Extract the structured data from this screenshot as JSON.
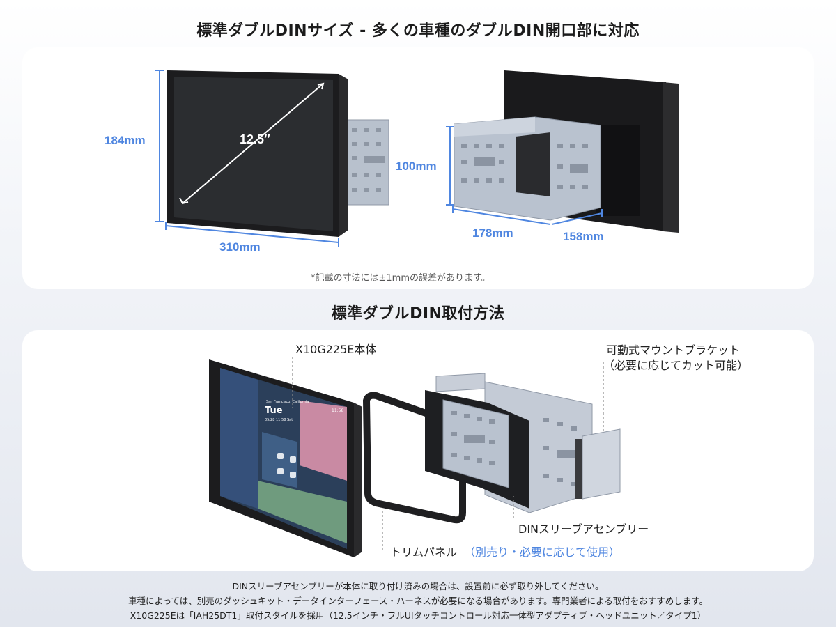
{
  "top_section": {
    "title": "標準ダブルDINサイズ - 多くの車種のダブルDIN開口部に対応",
    "front_view": {
      "screen_size": "12.5″",
      "height": "184mm",
      "width": "310mm"
    },
    "rear_view": {
      "sleeve_height": "100mm",
      "sleeve_width": "178mm",
      "sleeve_depth": "158mm"
    },
    "tolerance_note": "*記載の寸法には±1mmの誤差があります。"
  },
  "install_section": {
    "title": "標準ダブルDIN取付方法",
    "labels": {
      "main_unit": "X10G225E本体",
      "bracket_line1": "可動式マウントブラケット",
      "bracket_line2": "（必要に応じてカット可能）",
      "sleeve": "DINスリーブアセンブリー",
      "trim_panel": "トリムパネル",
      "trim_panel_note": "（別売り・必要に応じて使用）"
    },
    "screen_ui": {
      "day": "Tue",
      "location": "San Francisco, California",
      "date": "05/28 11:58 Sat",
      "clock": "11:58"
    }
  },
  "footer": {
    "line1": "DINスリーブアセンブリーが本体に取り付け済みの場合は、設置前に必ず取り外してください。",
    "line2": "車種によっては、別売のダッシュキット・データインターフェース・ハーネスが必要になる場合があります。専門業者による取付をおすすめします。",
    "line3": "X10G225Eは「IAH25DT1」取付スタイルを採用（12.5インチ・フルUIタッチコントロール対応一体型アダプティブ・ヘッドユニット／タイプ1）"
  },
  "colors": {
    "accent_blue": "#4f86e0",
    "device_black": "#1c1c1e",
    "sleeve_silver": "#b9c2cf"
  }
}
